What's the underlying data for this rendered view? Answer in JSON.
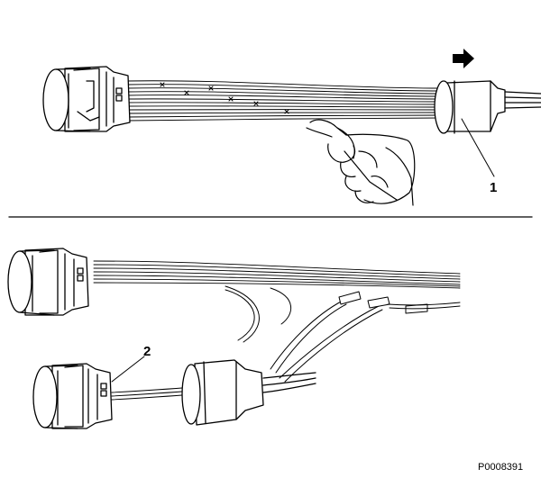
{
  "callouts": {
    "label_1": "1",
    "label_2": "2"
  },
  "figure_id": "P0008391",
  "colors": {
    "line": "#000000",
    "background": "#ffffff",
    "fill": "#ffffff"
  },
  "icons": {
    "direction": "arrow-right-icon"
  }
}
